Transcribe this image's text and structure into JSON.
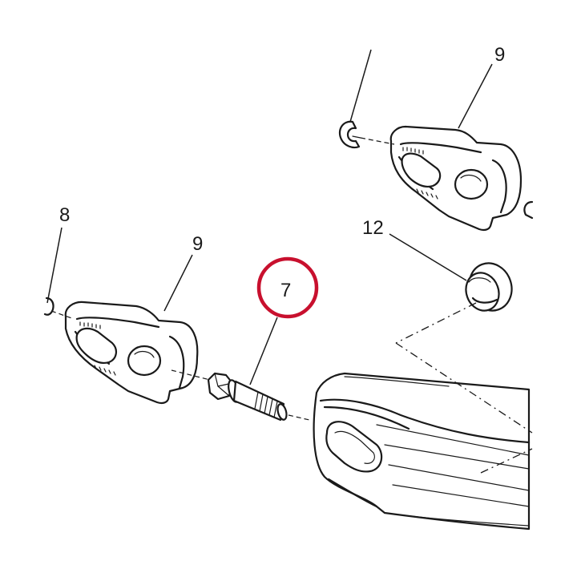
{
  "callouts": {
    "c9_top": "9",
    "c8": "8",
    "c9_left": "9",
    "c7": "7",
    "c12": "12"
  },
  "highlight": {
    "target": "7",
    "color": "#c8102e"
  },
  "colors": {
    "ink": "#1a1a1a",
    "background": "#ffffff"
  }
}
